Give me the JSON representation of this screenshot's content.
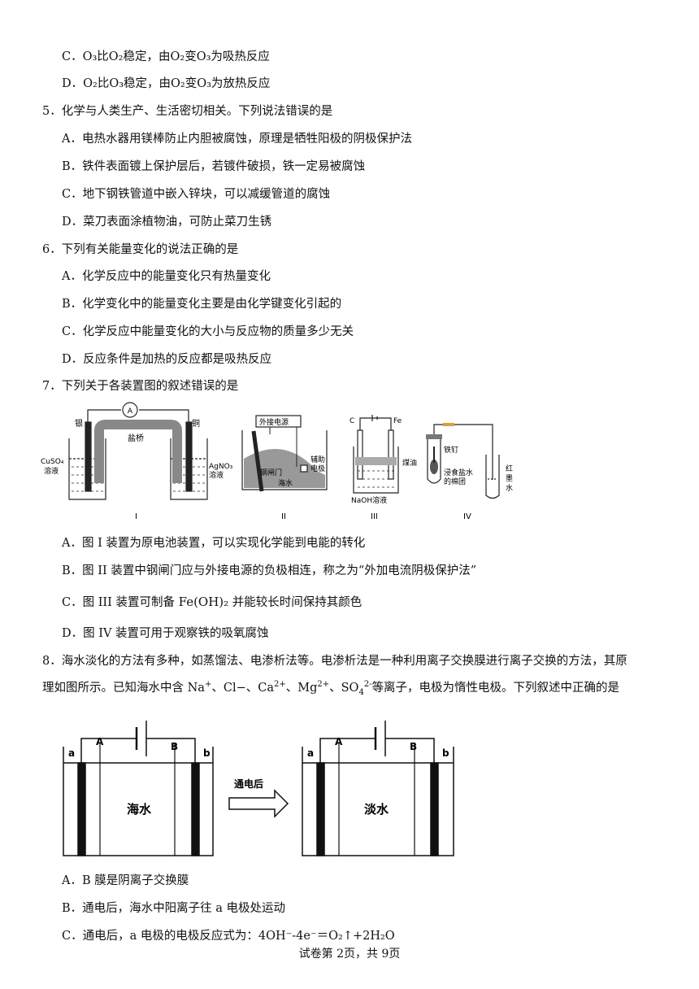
{
  "q4": {
    "optC": "C．O₃比O₂稳定，由O₂变O₃为吸热反应",
    "optD": "D．O₂比O₃稳定，由O₂变O₃为放热反应"
  },
  "q5": {
    "stem": "5．化学与人类生产、生活密切相关。下列说法错误的是",
    "optA": "A．电热水器用镁棒防止内胆被腐蚀，原理是牺牲阳极的阴极保护法",
    "optB": "B．铁件表面镀上保护层后，若镀件破损，铁一定易被腐蚀",
    "optC": "C．地下钢铁管道中嵌入锌块，可以减缓管道的腐蚀",
    "optD": "D．菜刀表面涂植物油，可防止菜刀生锈"
  },
  "q6": {
    "stem": "6．下列有关能量变化的说法正确的是",
    "optA": "A．化学反应中的能量变化只有热量变化",
    "optB": "B．化学变化中的能量变化主要是由化学键变化引起的",
    "optC": "C．化学反应中能量变化的大小与反应物的质量多少无关",
    "optD": "D．反应条件是加热的反应都是吸热反应"
  },
  "q7": {
    "stem": "7．下列关于各装置图的叙述错误的是",
    "fig": {
      "ammeter": "A",
      "silver": "银",
      "copper": "铜",
      "salt_bridge": "盐桥",
      "cuso4": "CuSO₄",
      "cuso4_sol": "溶液",
      "agno3": "AgNO₃",
      "agno3_sol": "溶液",
      "power": "外接电源",
      "gate": "钢闸门",
      "seawater": "海水",
      "aux1": "辅助",
      "aux2": "电极",
      "c": "C",
      "fe": "Fe",
      "kerosene": "煤油",
      "naoh": "NaOH溶液",
      "nail": "铁钉",
      "cotton1": "浸食盐水",
      "cotton2": "的棉团",
      "ink1": "红",
      "ink2": "墨",
      "ink3": "水",
      "l1": "I",
      "l2": "II",
      "l3": "III",
      "l4": "IV"
    },
    "optA": "A．图 I 装置为原电池装置，可以实现化学能到电能的转化",
    "optB": "B．图 II 装置中钢闸门应与外接电源的负极相连，称之为“外加电流阴极保护法”",
    "optC_pre": "C．图 III 装置可制备",
    "optC_formula": "Fe(OH)₂",
    "optC_post": "并能较长时间保持其颜色",
    "optD": "D．图 IV 装置可用于观察铁的吸氧腐蚀"
  },
  "q8": {
    "stem1": "8．海水淡化的方法有多种，如蒸馏法、电渗析法等。电渗析法是一种利用离子交换膜进行离子交换的方法，其原",
    "stem2_a": "理如图所示。已知海水中含 Na",
    "stem2_b": "、Cl−、Ca",
    "stem2_c": "、Mg",
    "stem2_d": "、SO",
    "stem2_e": "等离子，电极为惰性电极。下列叙述中正确的是",
    "fig": {
      "a": "a",
      "A": "A",
      "B": "B",
      "b": "b",
      "seawater": "海水",
      "arrow": "通电后",
      "fresh": "淡水"
    },
    "optA": "A．B 膜是阴离子交换膜",
    "optB": "B．通电后，海水中阳离子往 a 电极处运动",
    "optC": "C．通电后，a 电极的电极反应式为：4OH⁻-4e⁻＝O₂↑+2H₂O"
  },
  "footer": "试卷第 2页，共 9页"
}
